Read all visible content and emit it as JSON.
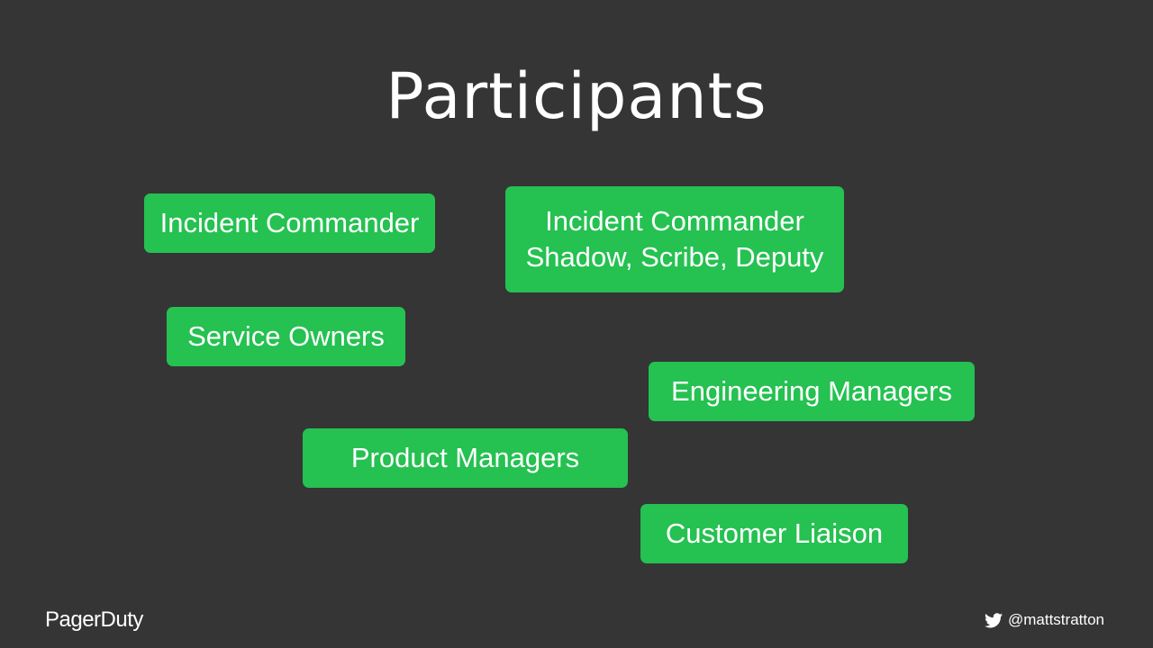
{
  "slide": {
    "title": "Participants"
  },
  "participants": {
    "incident_commander": "Incident Commander",
    "ic_support_line1": "Incident Commander",
    "ic_support_line2": "Shadow, Scribe, Deputy",
    "service_owners": "Service Owners",
    "engineering_managers": "Engineering Managers",
    "product_managers": "Product Managers",
    "customer_liaison": "Customer Liaison"
  },
  "footer": {
    "logo_text": "PagerDuty",
    "handle": "@mattstratton",
    "handle_icon": "twitter-bird-icon"
  },
  "colors": {
    "background": "#353535",
    "pill": "#25c151",
    "text": "#ffffff"
  }
}
